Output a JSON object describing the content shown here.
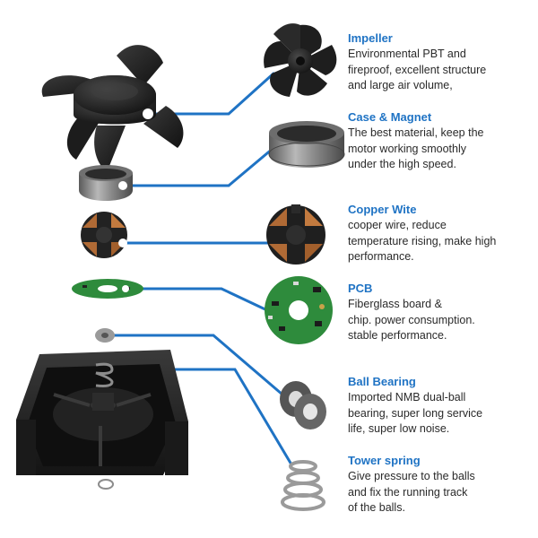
{
  "colors": {
    "accent": "#1f73c4",
    "connector": "#1f73c4",
    "text": "#2a2a2a",
    "plastic": "#1b1b1b",
    "pcb": "#2e8b3c",
    "metal": "#9a9a9a",
    "copper": "#b06a35"
  },
  "components": [
    {
      "id": "impeller",
      "title": "Impeller",
      "lines": [
        "Environmental PBT and",
        "fireproof, excellent structure",
        "and large air volume,"
      ]
    },
    {
      "id": "case-magnet",
      "title": "Case & Magnet",
      "lines": [
        "The best material, keep the",
        "motor working smoothly",
        "under the high speed."
      ]
    },
    {
      "id": "copper-wite",
      "title": "Copper Wite",
      "lines": [
        "cooper wire, reduce",
        "temperature rising, make high",
        "performance."
      ]
    },
    {
      "id": "pcb",
      "title": "PCB",
      "lines": [
        "Fiberglass board &",
        "chip. power consumption.",
        "stable performance."
      ]
    },
    {
      "id": "ball-bearing",
      "title": "Ball Bearing",
      "lines": [
        "Imported NMB dual-ball",
        "bearing, super long service",
        "life, super low noise."
      ]
    },
    {
      "id": "tower-spring",
      "title": "Tower spring",
      "lines": [
        "Give pressure to the balls",
        "and fix the running track",
        "of the balls."
      ]
    }
  ]
}
